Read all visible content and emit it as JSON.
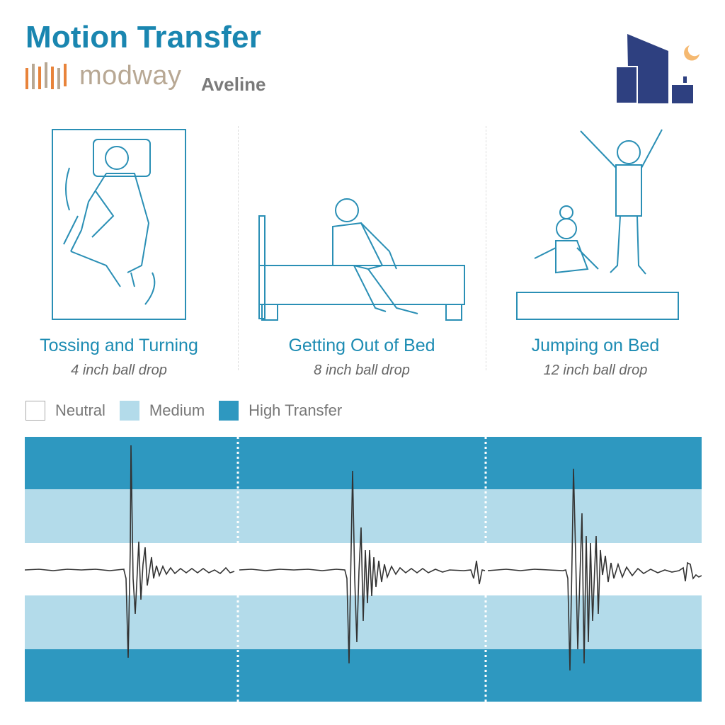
{
  "header": {
    "title": "Motion Transfer",
    "brand": "modway",
    "model": "Aveline"
  },
  "scenes": [
    {
      "title": "Tossing and Turning",
      "subtitle": "4 inch ball drop"
    },
    {
      "title": "Getting Out of Bed",
      "subtitle": "8 inch ball drop"
    },
    {
      "title": "Jumping on Bed",
      "subtitle": "12 inch ball drop"
    }
  ],
  "legend": [
    {
      "label": "Neutral",
      "color": "#ffffff"
    },
    {
      "label": "Medium",
      "color": "#b3dbea"
    },
    {
      "label": "High Transfer",
      "color": "#2e98c0"
    }
  ],
  "colors": {
    "accent": "#1a86b0",
    "high": "#2e98c0",
    "medium": "#b3dbea",
    "neutral": "#ffffff",
    "trace": "#333333",
    "logo_navy": "#2e4080",
    "logo_moon": "#f5b971"
  },
  "chart_data": {
    "type": "line",
    "title": "Motion Transfer",
    "xlabel": "",
    "ylabel": "",
    "grid": false,
    "legend_position": "top-left",
    "bands": [
      {
        "zone": "High Transfer",
        "range": [
          2,
          3
        ]
      },
      {
        "zone": "Medium",
        "range": [
          1,
          2
        ]
      },
      {
        "zone": "Neutral",
        "range": [
          -1,
          1
        ]
      },
      {
        "zone": "Medium",
        "range": [
          -2,
          -1
        ]
      },
      {
        "zone": "High Transfer",
        "range": [
          -3,
          -2
        ]
      }
    ],
    "ylim": [
      -3,
      3
    ],
    "series": [
      {
        "name": "Tossing and Turning (4 inch ball drop)",
        "peak_positive": 2.6,
        "peak_negative": -2.3,
        "settled_amplitude": 0.1,
        "max_zone": "High Transfer"
      },
      {
        "name": "Getting Out of Bed (8 inch ball drop)",
        "peak_positive": 1.9,
        "peak_negative": -2.5,
        "settled_amplitude": 0.1,
        "max_zone": "High Transfer"
      },
      {
        "name": "Jumping on Bed (12 inch ball drop)",
        "peak_positive": 1.9,
        "peak_negative": -2.4,
        "settled_amplitude": 0.15,
        "max_zone": "High Transfer"
      }
    ]
  }
}
